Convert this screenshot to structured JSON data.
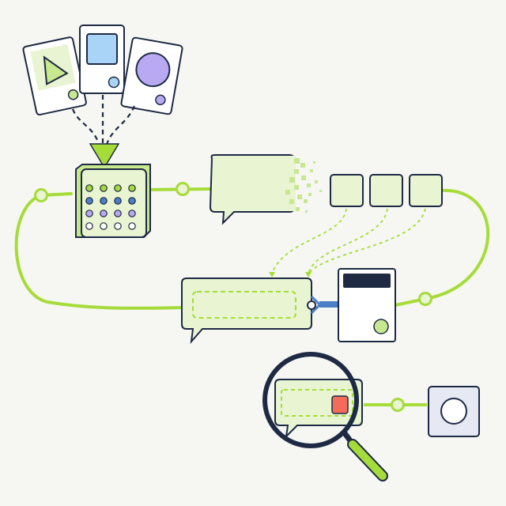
{
  "palette": {
    "background": "#f6f7f2",
    "ink": "#1e2a44",
    "lime": "#a6dc3a",
    "lime_light": "#e8f4d2",
    "lime_mid": "#c7e88e",
    "blue_light": "#a9d4f7",
    "purple": "#b8a9f2",
    "navy_blue": "#4c7fc6",
    "red_accent": "#f26b5b",
    "card_white": "#ffffff",
    "grey_panel": "#e6e8f3"
  },
  "diagram": {
    "input_cards": [
      {
        "name": "triangle-card",
        "shape": "triangle"
      },
      {
        "name": "square-card",
        "shape": "square"
      },
      {
        "name": "circle-card",
        "shape": "circle"
      }
    ],
    "processor": {
      "name": "dot-grid-cube",
      "rows": 4,
      "cols": 4
    },
    "output_chips": 3,
    "nodes": [
      "left-loop-node",
      "cube-to-bubble-node",
      "right-loop-node",
      "search-to-box-node"
    ],
    "search": {
      "icon": "magnifier-icon"
    },
    "target": {
      "icon": "radio-circle-icon"
    }
  }
}
